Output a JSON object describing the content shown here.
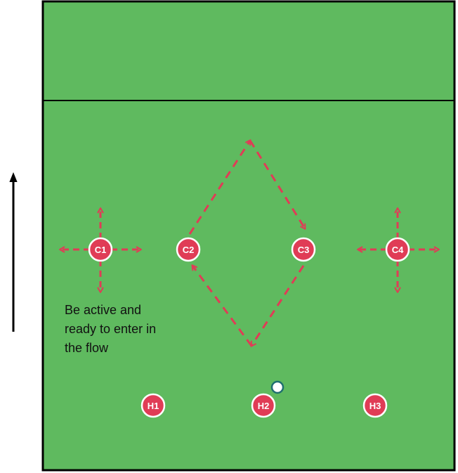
{
  "colors": {
    "field": "#5fba5f",
    "line": "#000000",
    "player_fill": "#e03c56",
    "player_border": "#ffffff",
    "arrow": "#e03c56",
    "disc_border": "#1f6f6f",
    "disc_fill": "#ffffff"
  },
  "players": [
    {
      "id": "C1",
      "label": "C1"
    },
    {
      "id": "C2",
      "label": "C2"
    },
    {
      "id": "C3",
      "label": "C3"
    },
    {
      "id": "C4",
      "label": "C4"
    },
    {
      "id": "H1",
      "label": "H1"
    },
    {
      "id": "H2",
      "label": "H2"
    },
    {
      "id": "H3",
      "label": "H3"
    }
  ],
  "caption": {
    "line1": "Be active and",
    "line2": "ready to enter in",
    "line3": "the flow"
  },
  "icons": {
    "direction": "up-arrow-icon",
    "disc": "disc-icon"
  }
}
